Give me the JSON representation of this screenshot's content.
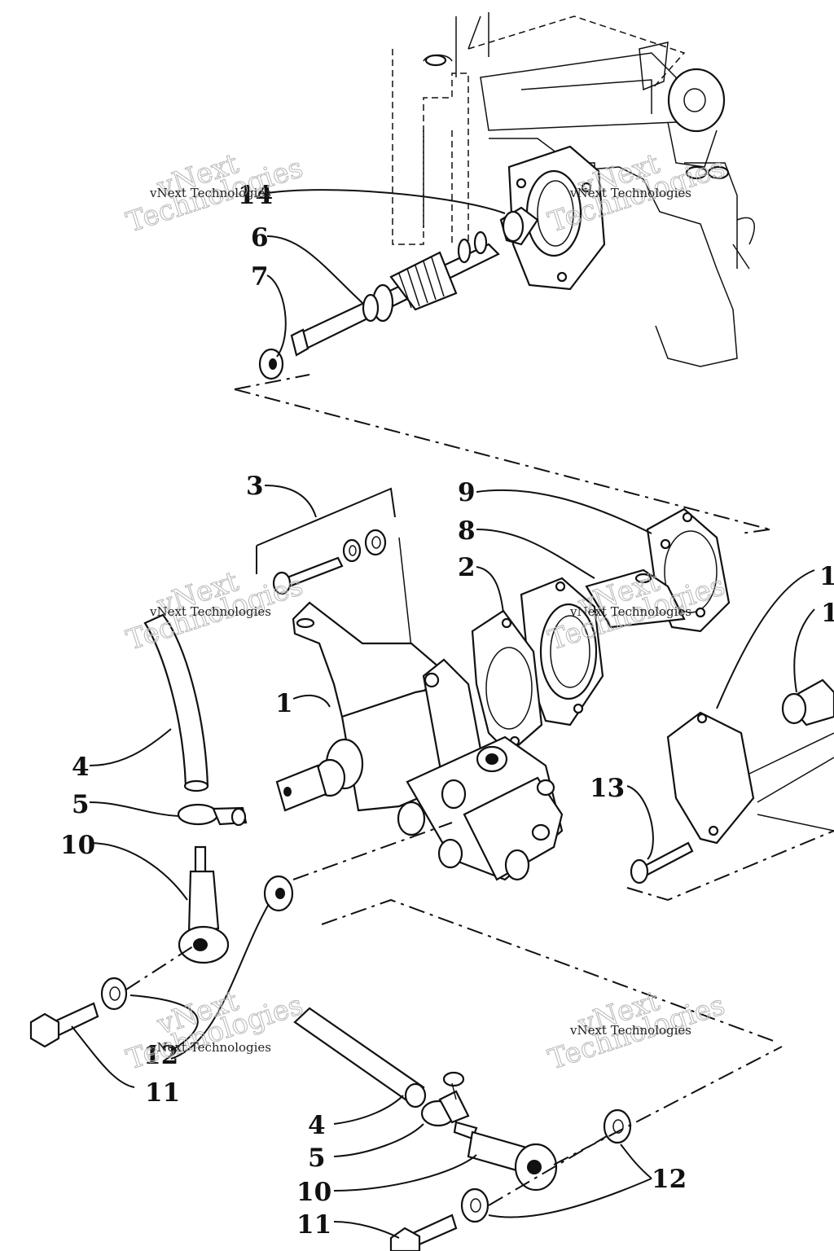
{
  "labels": {
    "l14": "14",
    "l6": "6",
    "l7": "7",
    "l3": "3",
    "l9": "9",
    "l8": "8",
    "l2": "2",
    "l1": "1",
    "l1_right_a": "1",
    "l1_right_b": "1",
    "l4": "4",
    "l5": "5",
    "l10": "10",
    "l13": "13",
    "l12": "12",
    "l11": "11",
    "l4b": "4",
    "l5b": "5",
    "l10b": "10",
    "l11b": "11",
    "l12b": "12"
  },
  "watermark": {
    "small": "vNext Technologies",
    "big_a": "vNext",
    "big_b": "Technologies"
  }
}
